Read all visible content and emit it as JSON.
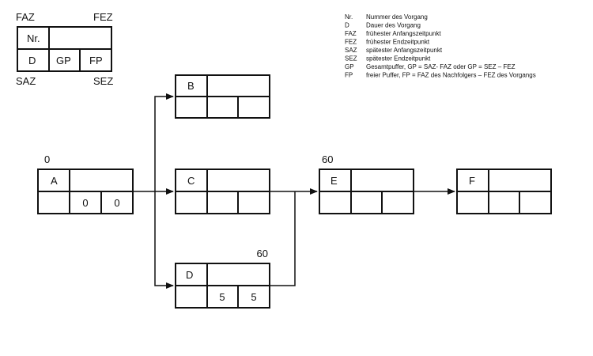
{
  "legend_box": {
    "top_left": "FAZ",
    "top_right": "FEZ",
    "bottom_left": "SAZ",
    "bottom_right": "SEZ",
    "cell_nr": "Nr.",
    "cell_d": "D",
    "cell_gp": "GP",
    "cell_fp": "FP"
  },
  "abbreviations": [
    {
      "key": "Nr.",
      "desc": "Nummer des Vorgang"
    },
    {
      "key": "D",
      "desc": "Dauer des Vorgang"
    },
    {
      "key": "FAZ",
      "desc": "frühester Anfangszeitpunkt"
    },
    {
      "key": "FEZ",
      "desc": "frühester Endzeitpunkt"
    },
    {
      "key": "SAZ",
      "desc": "spätester Anfangszeitpunkt"
    },
    {
      "key": "SEZ",
      "desc": "spätester Endzeitpunkt"
    },
    {
      "key": "GP",
      "desc": "Gesamtpuffer, GP = SAZ- FAZ oder GP = SEZ – FEZ"
    },
    {
      "key": "FP",
      "desc": "freier Puffer, FP = FAZ des Nachfolgers – FEZ des Vorgangs"
    }
  ],
  "nodes": {
    "A": {
      "name": "A",
      "faz": "0",
      "fez": "",
      "d": "",
      "gp": "0",
      "fp": "0",
      "saz": "",
      "sez": ""
    },
    "B": {
      "name": "B",
      "faz": "",
      "fez": "",
      "d": "",
      "gp": "",
      "fp": "",
      "saz": "",
      "sez": ""
    },
    "C": {
      "name": "C",
      "faz": "",
      "fez": "",
      "d": "",
      "gp": "",
      "fp": "",
      "saz": "",
      "sez": ""
    },
    "D": {
      "name": "D",
      "faz": "",
      "fez": "60",
      "d": "",
      "gp": "5",
      "fp": "5",
      "saz": "",
      "sez": ""
    },
    "E": {
      "name": "E",
      "faz": "60",
      "fez": "",
      "d": "",
      "gp": "",
      "fp": "",
      "saz": "",
      "sez": ""
    },
    "F": {
      "name": "F",
      "faz": "",
      "fez": "",
      "d": "",
      "gp": "",
      "fp": "",
      "saz": "",
      "sez": ""
    }
  },
  "edges": [
    {
      "from": "A",
      "to": "B"
    },
    {
      "from": "A",
      "to": "C"
    },
    {
      "from": "A",
      "to": "D"
    },
    {
      "from": "C",
      "to": "E"
    },
    {
      "from": "D",
      "to": "E"
    },
    {
      "from": "E",
      "to": "F"
    }
  ]
}
